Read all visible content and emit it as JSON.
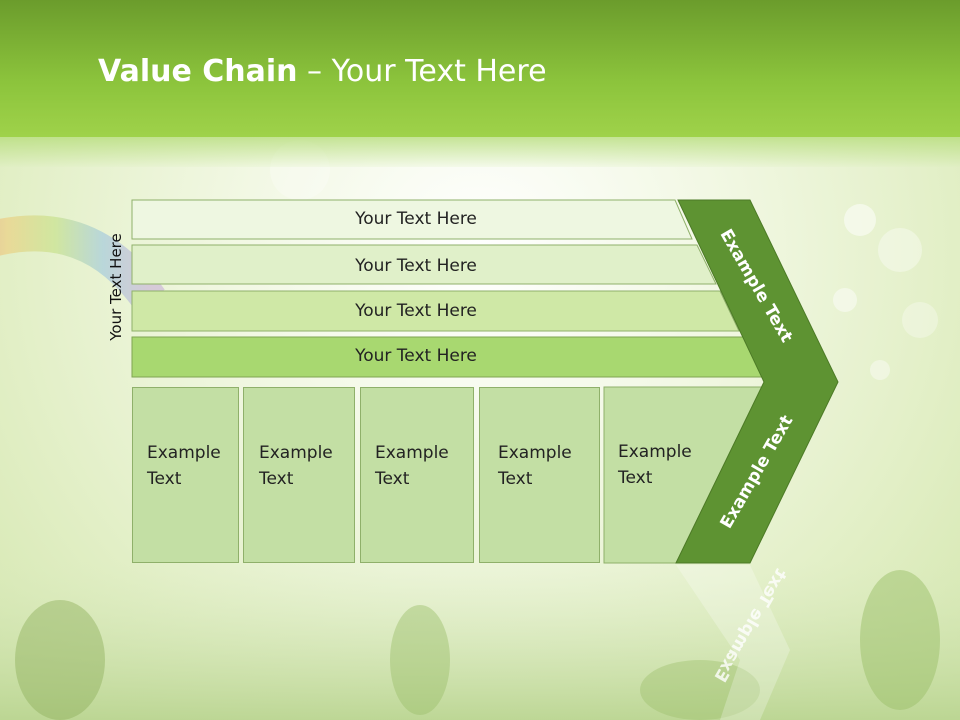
{
  "title": {
    "bold": "Value Chain",
    "rest": " – Your Text Here"
  },
  "vertical_label": "Your Text Here",
  "bands": [
    {
      "label": "Your Text Here"
    },
    {
      "label": "Your Text Here"
    },
    {
      "label": "Your Text Here"
    },
    {
      "label": "Your Text Here"
    }
  ],
  "boxes": [
    {
      "line1": "Example",
      "line2": "Text"
    },
    {
      "line1": "Example",
      "line2": "Text"
    },
    {
      "line1": "Example",
      "line2": "Text"
    },
    {
      "line1": "Example",
      "line2": "Text"
    },
    {
      "line1": "Example",
      "line2": "Text"
    }
  ],
  "chevron": {
    "upper_label": "Example Text",
    "lower_label": "Example Text"
  },
  "colors": {
    "title_bar": "#8cc43c",
    "chevron": "#5e9332",
    "band_1": "#eef7e1",
    "band_2": "#e0f0c9",
    "band_3": "#cfe8a6",
    "band_4": "#a8d870",
    "box": "#c3dfa4"
  }
}
